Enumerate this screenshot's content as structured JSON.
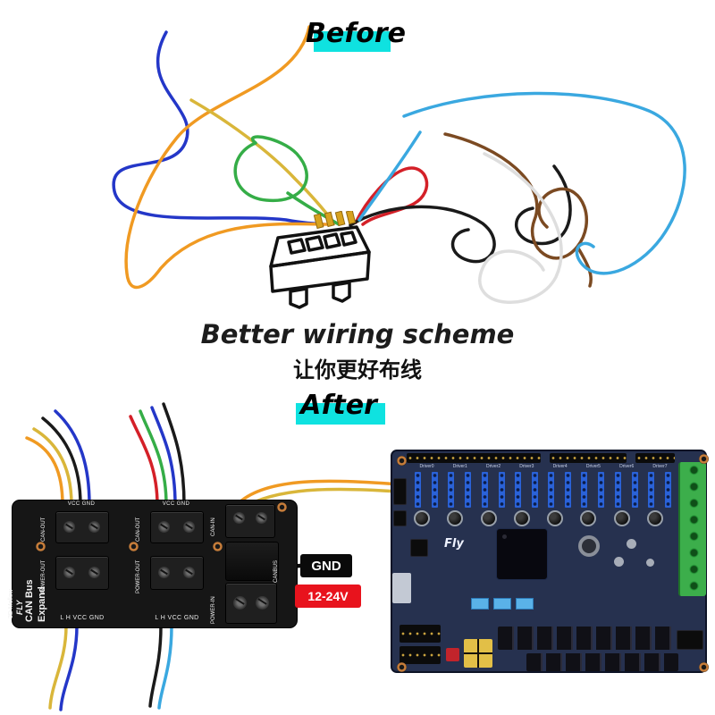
{
  "titles": {
    "before": "Before",
    "after": "After"
  },
  "caption": {
    "en": "Better wiring scheme",
    "zh": "让你更好布线"
  },
  "callouts": {
    "gnd": "GND",
    "power": "12-24V"
  },
  "expand_board": {
    "brand_small": "3D Mellow",
    "brand_big": "FLY",
    "name_line1": "CAN Bus",
    "name_line2": "Expand",
    "can_out_1": "CAN-OUT",
    "power_out_1": "POWER-OUT",
    "can_out_2": "CAN-OUT",
    "power_out_2": "POWER-OUT",
    "can_in": "CAN-IN",
    "power_in": "POWER-IN",
    "canbus": "CANBUS",
    "pins_top_1": "VCC GND",
    "pins_top_2": "VCC GND",
    "pins_bottom_1": "L H VCC GND",
    "pins_bottom_2": "L H VCC GND"
  },
  "main_board": {
    "logo": "Fly",
    "drivers": [
      "Driver0",
      "Driver1",
      "Driver2",
      "Driver3",
      "Driver4",
      "Driver5",
      "Driver6",
      "Driver7"
    ]
  },
  "colors": {
    "highlight": "#0fe2e0",
    "gnd_bg": "#0a0a0a",
    "power_bg": "#e8131d",
    "pcb_black": "#161616",
    "pcb_navy": "#26314f",
    "terminal_green": "#3cae4b",
    "wire_orange": "#f09a22",
    "wire_yellow": "#d9b63a",
    "wire_blue": "#2437c8",
    "wire_green": "#35ad47",
    "wire_red": "#d42028",
    "wire_black": "#1a1a1a",
    "wire_brown": "#7b4a22",
    "wire_sky": "#3aa8e0",
    "wire_white": "#dedede"
  }
}
